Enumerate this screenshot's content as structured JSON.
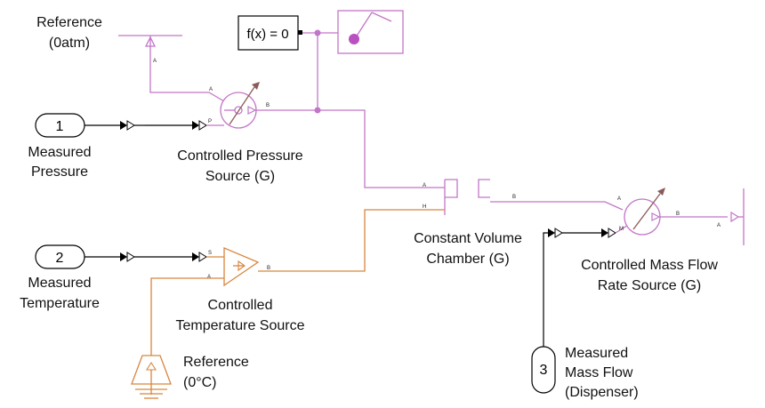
{
  "colors": {
    "gas": "#c276c8",
    "thermal": "#d8863f",
    "signal": "#000000",
    "background": "#ffffff"
  },
  "inports": [
    {
      "number": "1",
      "label_line1": "Measured",
      "label_line2": "Pressure"
    },
    {
      "number": "2",
      "label_line1": "Measured",
      "label_line2": "Temperature"
    },
    {
      "number": "3",
      "label_line1": "Measured",
      "label_line2": "Mass Flow",
      "label_line3": "(Dispenser)"
    }
  ],
  "blocks": {
    "gas_reference": {
      "label_line1": "Reference",
      "label_line2": "(0atm)",
      "port": "A"
    },
    "solver": {
      "label": "f(x) = 0"
    },
    "pressure_source": {
      "label_line1": "Controlled Pressure",
      "label_line2": "Source (G)",
      "port_a": "A",
      "port_b": "B",
      "port_p": "P"
    },
    "chamber": {
      "label_line1": "Constant Volume",
      "label_line2": "Chamber (G)",
      "port_a": "A",
      "port_b": "B",
      "port_h": "H"
    },
    "temperature_source": {
      "label_line1": "Controlled",
      "label_line2": "Temperature Source",
      "port_s": "S",
      "port_a": "A",
      "port_b": "B"
    },
    "thermal_reference": {
      "label_line1": "Reference",
      "label_line2": "(0°C)"
    },
    "mass_flow_source": {
      "label_line1": "Controlled Mass Flow",
      "label_line2": "Rate Source (G)",
      "port_a": "A",
      "port_b": "B",
      "port_m": "M"
    },
    "right_reference": {
      "port": "A"
    }
  }
}
